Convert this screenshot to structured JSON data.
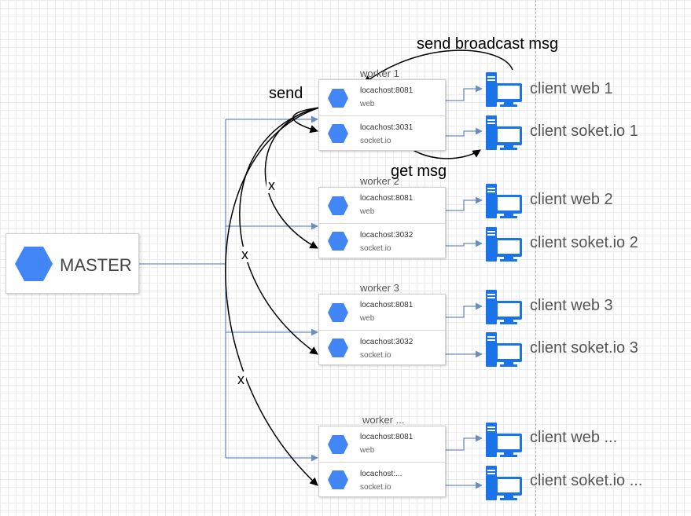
{
  "master": {
    "label": "MASTER"
  },
  "workers": [
    {
      "title": "worker 1",
      "web_addr": "locachost:8081",
      "web_sub": "web",
      "sock_addr": "locachost:3031",
      "sock_sub": "socket.io"
    },
    {
      "title": "worker 2",
      "web_addr": "locachost:8081",
      "web_sub": "web",
      "sock_addr": "locachost:3032",
      "sock_sub": "socket.io"
    },
    {
      "title": "worker 3",
      "web_addr": "locachost:8081",
      "web_sub": "web",
      "sock_addr": "locachost:3032",
      "sock_sub": "socket.io"
    },
    {
      "title": "worker ...",
      "web_addr": "locachost:8081",
      "web_sub": "web",
      "sock_addr": "locachost:...",
      "sock_sub": "socket.io"
    }
  ],
  "clients": [
    "client web 1",
    "client soket.io 1",
    "client web 2",
    "client soket.io 2",
    "client web 3",
    "client soket.io 3",
    "client web ...",
    "client soket.io ..."
  ],
  "annotations": {
    "broadcast": "send broadcast msg",
    "send": "send",
    "get_msg": "get msg",
    "x1": "x",
    "x2": "x",
    "x3": "x"
  },
  "colors": {
    "node_blue": "#4285F4",
    "client_blue": "#1A73E8",
    "connector": "#6C8EBF"
  }
}
